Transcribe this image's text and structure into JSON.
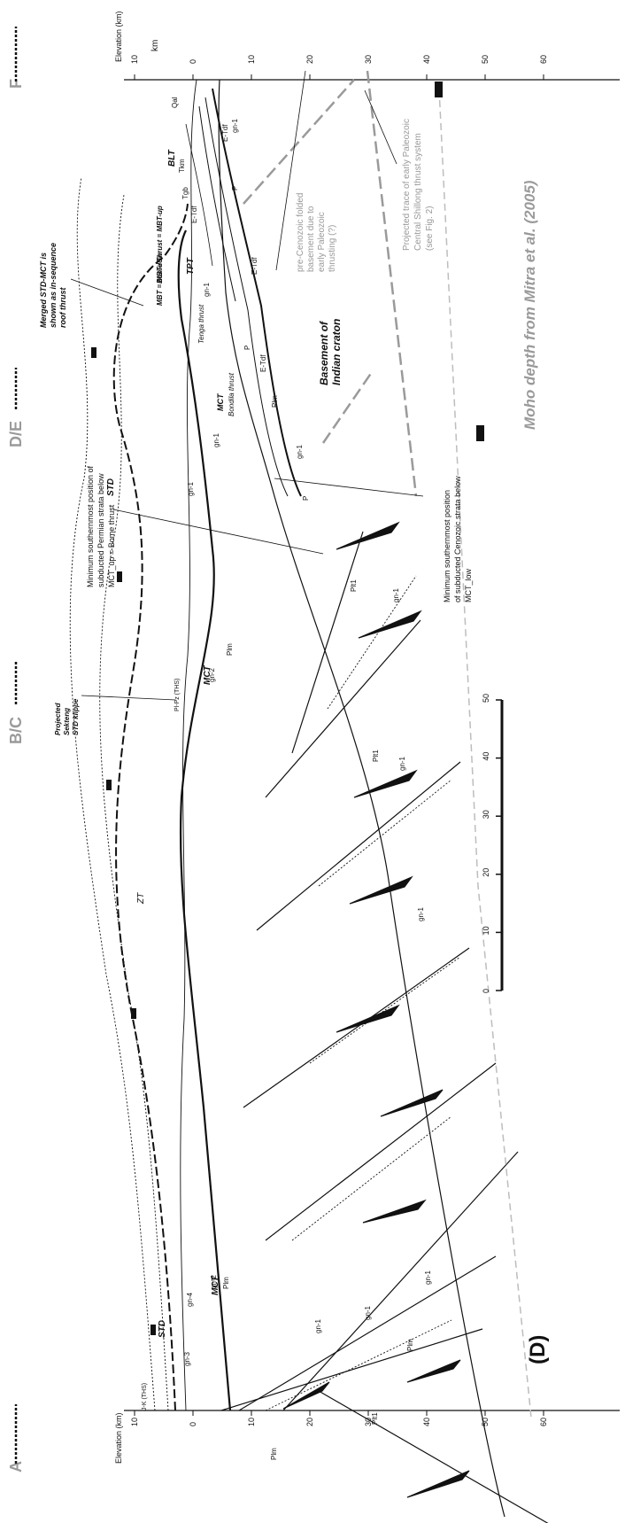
{
  "panel_label": "(D)",
  "section_markers": {
    "left": "A",
    "bc": "B/C",
    "de": "D/E",
    "right": "F"
  },
  "left_axis": {
    "title": "Elevation (km)",
    "ticks": [
      "10",
      "0",
      "10",
      "20",
      "30",
      "40",
      "50",
      "60"
    ]
  },
  "right_axis": {
    "title": "Elevation (km)",
    "unit": "km",
    "ticks": [
      "10",
      "0",
      "10",
      "20",
      "30",
      "40",
      "50",
      "60"
    ]
  },
  "scale_bar": {
    "ticks": [
      "0",
      "10",
      "20",
      "30",
      "40",
      "50"
    ]
  },
  "structures": {
    "std": "STD",
    "std2": "STD",
    "zt": "ZT",
    "mct_main": "MCT",
    "mct_left": "MCT",
    "mct_right": "MCT",
    "bomdila": "Bondila thrust",
    "tenga": "Tenga thrust",
    "blt": "BLT",
    "tpt": "TPT",
    "bome": "Bome Thrust = MBT-up",
    "mbt": "MBT = MBT-low"
  },
  "units": {
    "gn1": "gn-1",
    "gn2": "gn-2",
    "gn3": "gn-3",
    "gn4": "gn-4",
    "plm": "Plm",
    "plt": "Plt1",
    "p": "P",
    "etdf": "E-Tdf",
    "tkm": "Tkm",
    "qal": "Qal",
    "tgb": "Tgb",
    "jk": "J-K (THS)",
    "pz": "Pl-Pz (THS)"
  },
  "annotations": {
    "merged": [
      "Merged STD-MCT is",
      "shown as in-sequence",
      "roof thrust"
    ],
    "sekteng": [
      "Projected",
      "Sekteng",
      "STD klippe"
    ],
    "min_permian": [
      "Minimum southernmost position of",
      "subducted Permian strata below",
      "MCT_up = Bome thrust"
    ],
    "min_cenozoic": [
      "Minimum southernmost position",
      "of subducted Cenozoic strata below",
      "MCT_low"
    ],
    "precenozoic": [
      "pre-Cenozoic folded",
      "basement due to",
      "early Paleozoic",
      "thrusting (?)"
    ],
    "basement": [
      "Basement of",
      "Indian craton"
    ],
    "shillong": [
      "Projected trace of early Paleozoic",
      "Central Shillong thrust system",
      "(see Fig. 2)"
    ],
    "moho": "Moho depth from Mitra et al. (2005)"
  },
  "colors": {
    "ink": "#111111",
    "gray": "#9a9a9a",
    "light_gray": "#bdbdbd"
  }
}
